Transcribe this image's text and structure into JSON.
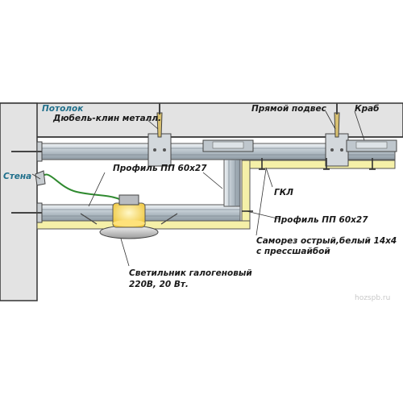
{
  "labels": {
    "ceiling": "Потолок",
    "dowel": "Дюбель-клин металл.",
    "hanger": "Прямой подвес",
    "crab": "Краб",
    "wall": "Стена",
    "profile_upper": "Профиль ПП 60х27",
    "gkl": "ГКЛ",
    "profile_lower": "Профиль ПП 60х27",
    "screw_line1": "Саморез острый,белый 14х4",
    "screw_line2": "с прессшайбой",
    "lamp_line1": "Светильник галогеновый",
    "lamp_line2": "220В, 20 Вт."
  },
  "watermark": "hozspb.ru",
  "colors": {
    "concrete": "#e3e3e3",
    "outline": "#333333",
    "profile": "#a9b4bd",
    "profile_light": "#dbe2e8",
    "gkl": "#f5f0a8",
    "wire": "#2f8a2f",
    "label_blue": "#1f6f8b",
    "lamp_glow": "#ffe27a"
  }
}
